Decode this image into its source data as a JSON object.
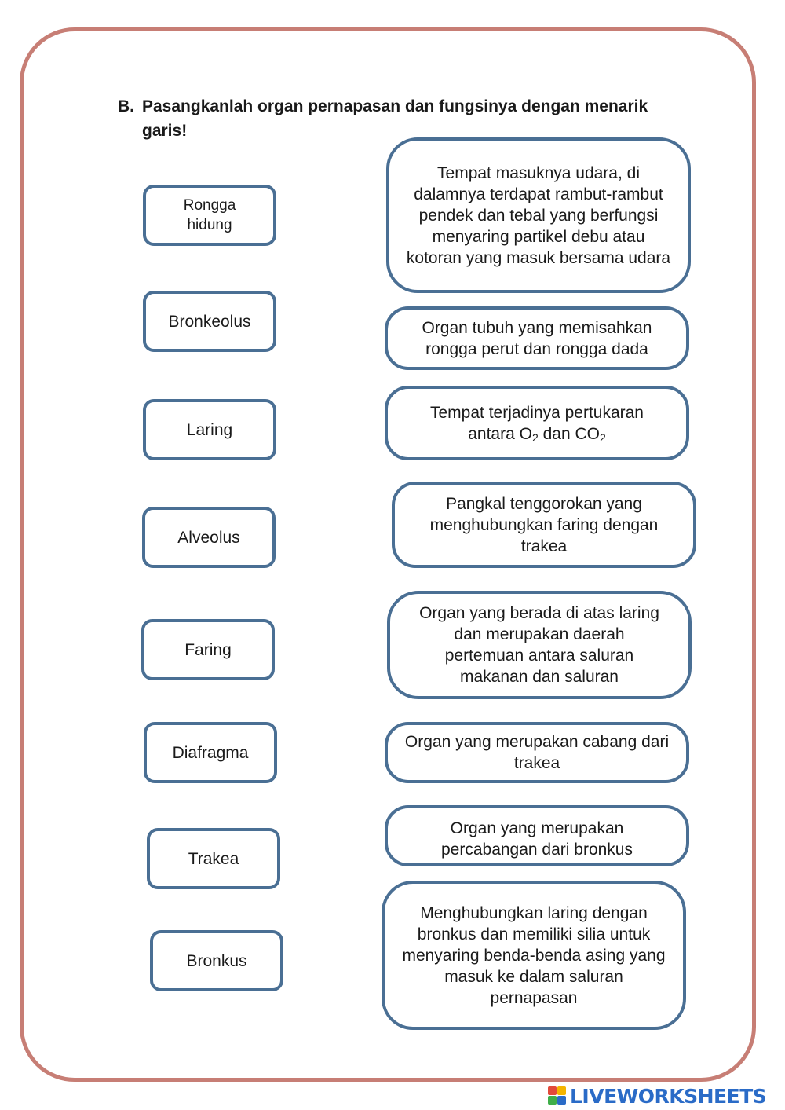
{
  "heading": {
    "letter": "B.",
    "text": "Pasangkanlah organ pernapasan dan fungsinya dengan menarik garis!"
  },
  "organs": [
    "Rongga hidung",
    "Bronkeolus",
    "Laring",
    "Alveolus",
    "Faring",
    "Diafragma",
    "Trakea",
    "Bronkus"
  ],
  "functions": [
    "Tempat masuknya udara, di dalamnya terdapat rambut-rambut pendek dan tebal yang berfungsi menyaring partikel debu atau kotoran yang masuk bersama udara",
    "Organ tubuh yang memisahkan rongga perut dan rongga dada",
    {
      "before": "Tempat terjadinya pertukaran antara O",
      "sub1": "2",
      "middle": " dan CO",
      "sub2": "2"
    },
    "Pangkal tenggorokan yang menghubungkan faring dengan trakea",
    "Organ yang berada di atas laring dan merupakan daerah pertemuan antara saluran makanan dan saluran",
    "Organ yang merupakan cabang dari trakea",
    "Organ yang merupakan percabangan dari bronkus",
    "Menghubungkan laring dengan bronkus dan memiliki silia untuk menyaring benda-benda asing yang masuk ke dalam saluran pernapasan"
  ],
  "brand": {
    "logo_text": "LIVE",
    "name": "LIVEWORKSHEETS",
    "colors": {
      "blue": "#2a6bc7",
      "green": "#3fae49",
      "red": "#e24a3b",
      "yellow": "#f4b400"
    }
  },
  "colors": {
    "frame": "#c77e75",
    "box_border": "#4a6f94"
  }
}
